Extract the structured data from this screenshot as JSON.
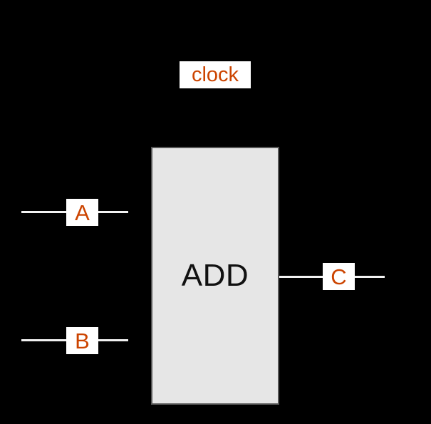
{
  "diagram": {
    "type": "block-diagram",
    "background_color": "#000000",
    "accent_color": "#cc4400",
    "block": {
      "label": "ADD",
      "fill_color": "#e6e6e6",
      "border_color": "#555555",
      "text_color": "#111111"
    },
    "signals": {
      "clock": {
        "label": "clock",
        "kind": "clock"
      },
      "inputs": [
        {
          "label": "A",
          "kind": "input"
        },
        {
          "label": "B",
          "kind": "input"
        }
      ],
      "outputs": [
        {
          "label": "C",
          "kind": "output"
        }
      ]
    },
    "wire_color": "#f2f2f2",
    "label_box_color": "#ffffff"
  }
}
